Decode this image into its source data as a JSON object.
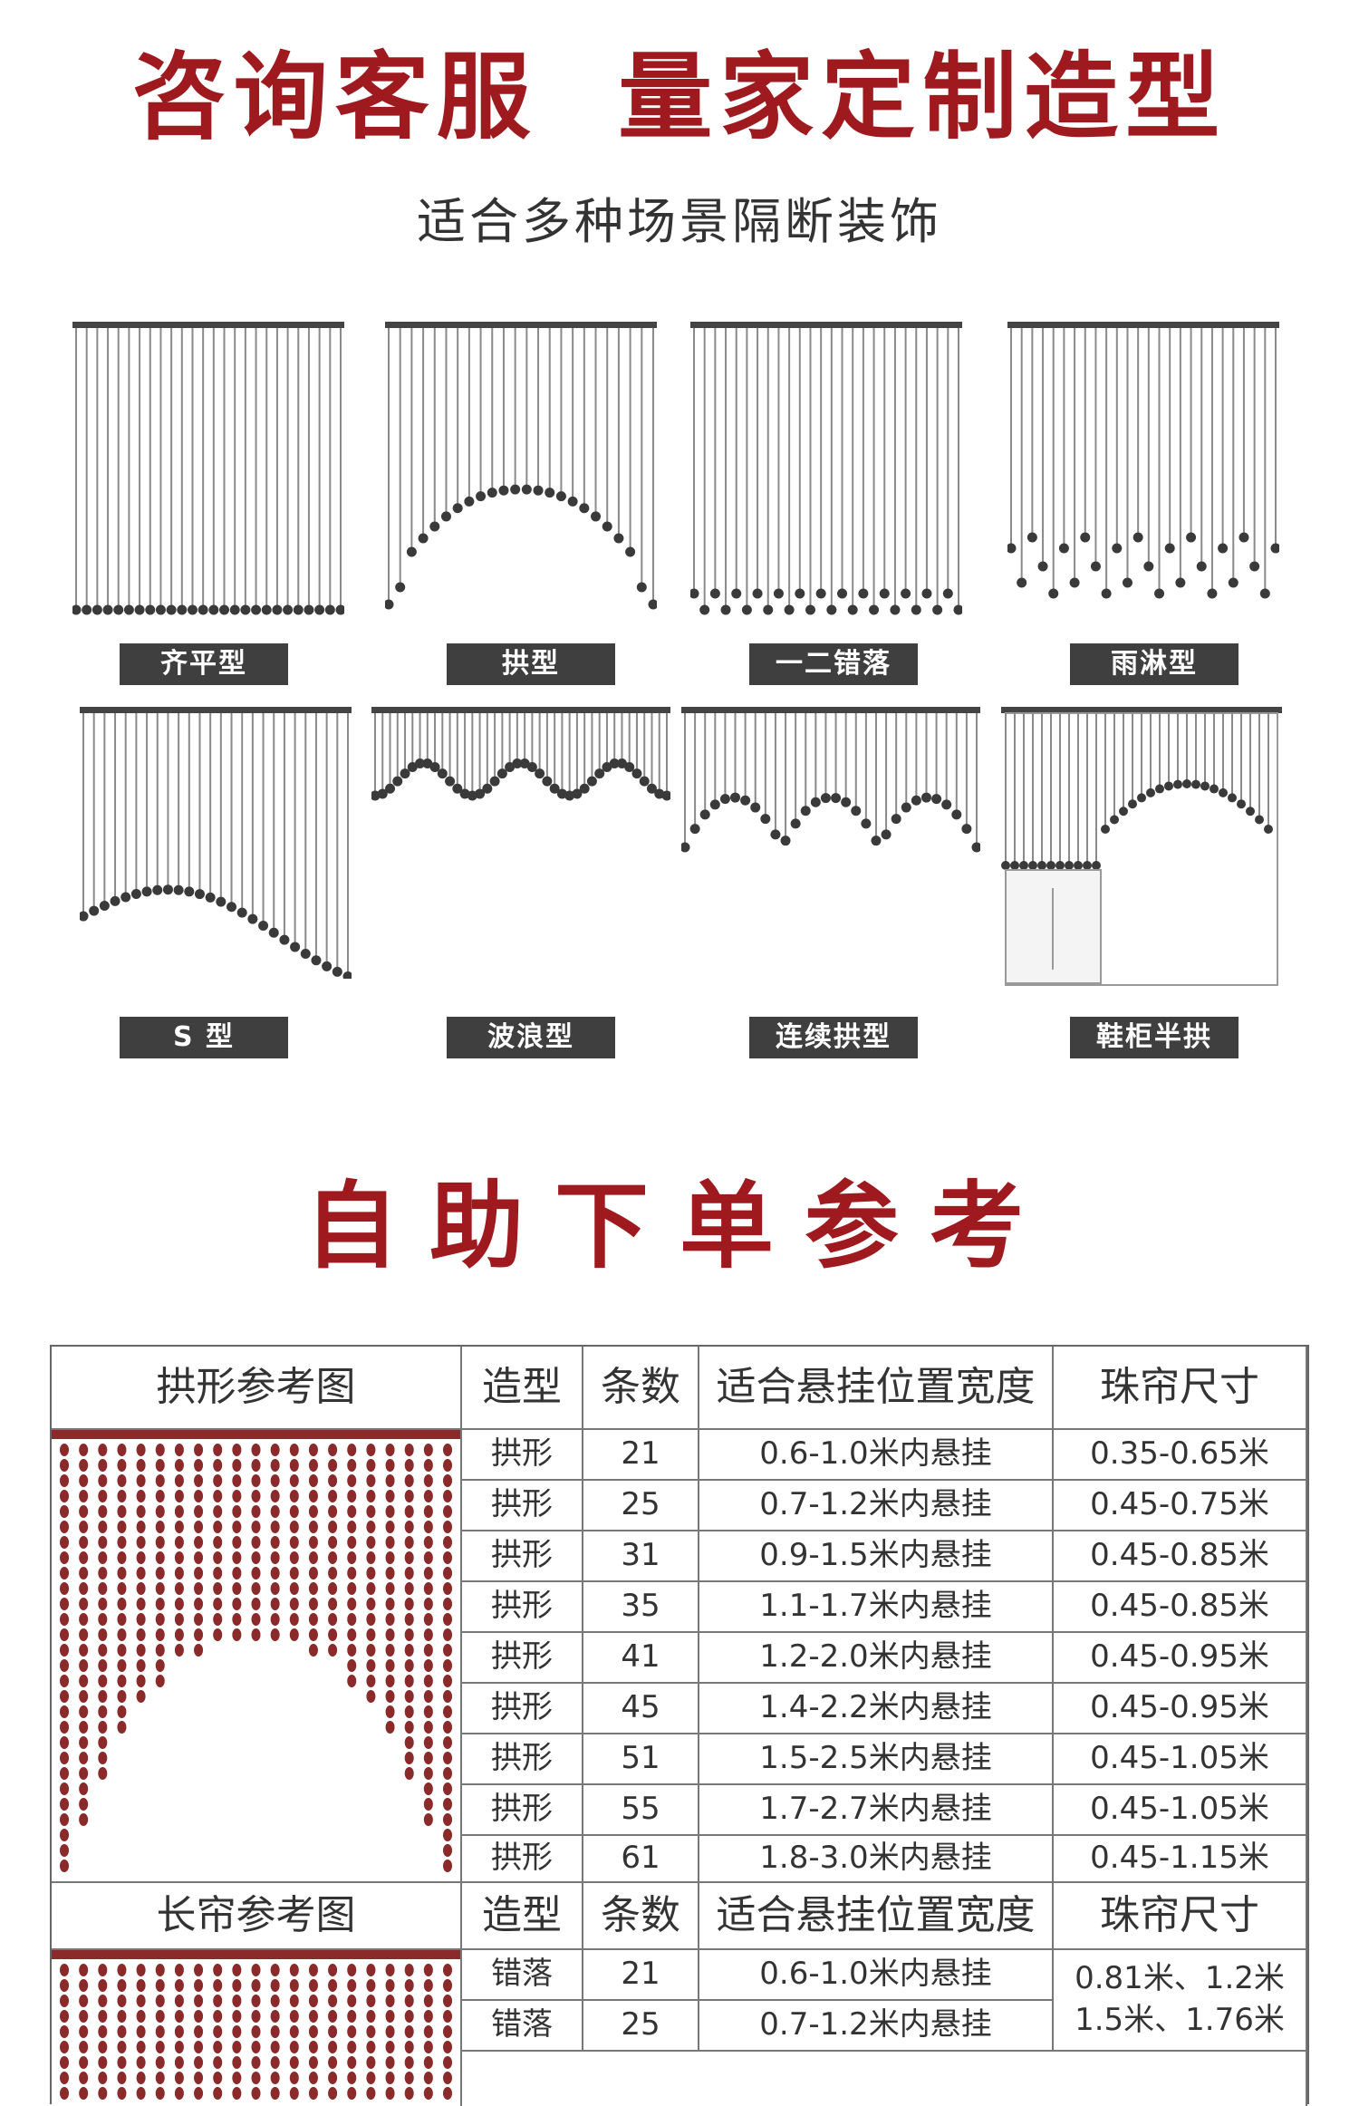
{
  "headline_top": "咨询客服  量家定制造型",
  "subtitle": "适合多种场景隔断装饰",
  "styles": [
    {
      "label": "齐平型"
    },
    {
      "label": "拱型"
    },
    {
      "label": "一二错落"
    },
    {
      "label": "雨淋型"
    },
    {
      "label": "S 型"
    },
    {
      "label": "波浪型"
    },
    {
      "label": "连续拱型"
    },
    {
      "label": "鞋柜半拱"
    }
  ],
  "headline_mid": "自助下单参考",
  "table": {
    "arch_ref_title": "拱形参考图",
    "long_ref_title": "长帘参考图",
    "headers": [
      "造型",
      "条数",
      "适合悬挂位置宽度",
      "珠帘尺寸"
    ],
    "arch_rows": [
      [
        "拱形",
        "21",
        "0.6-1.0米内悬挂",
        "0.35-0.65米"
      ],
      [
        "拱形",
        "25",
        "0.7-1.2米内悬挂",
        "0.45-0.75米"
      ],
      [
        "拱形",
        "31",
        "0.9-1.5米内悬挂",
        "0.45-0.85米"
      ],
      [
        "拱形",
        "35",
        "1.1-1.7米内悬挂",
        "0.45-0.85米"
      ],
      [
        "拱形",
        "41",
        "1.2-2.0米内悬挂",
        "0.45-0.95米"
      ],
      [
        "拱形",
        "45",
        "1.4-2.2米内悬挂",
        "0.45-0.95米"
      ],
      [
        "拱形",
        "51",
        "1.5-2.5米内悬挂",
        "0.45-1.05米"
      ],
      [
        "拱形",
        "55",
        "1.7-2.7米内悬挂",
        "0.45-1.05米"
      ],
      [
        "拱形",
        "61",
        "1.8-3.0米内悬挂",
        "0.45-1.15米"
      ]
    ],
    "long_headers": [
      "造型",
      "条数",
      "适合悬挂位置宽度",
      "珠帘尺寸"
    ],
    "long_rows": [
      [
        "错落",
        "21",
        "0.6-1.0米内悬挂"
      ],
      [
        "错落",
        "25",
        "0.7-1.2米内悬挂"
      ]
    ],
    "long_size_line1": "0.81米、1.2米",
    "long_size_line2": "1.5米、1.76米"
  },
  "colors": {
    "headline": "#9e1a1f",
    "label_bg": "#3f3f3f",
    "bead": "#8a2a2a",
    "rod": "#555555"
  }
}
